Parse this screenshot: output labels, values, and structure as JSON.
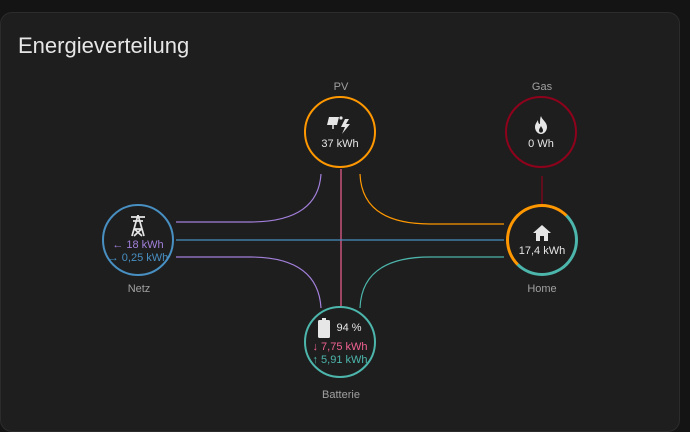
{
  "card": {
    "title": "Energieverteilung"
  },
  "colors": {
    "solar": "#ff9800",
    "gas": "#8e021b",
    "grid": "#488fc2",
    "grid_from": "#a280db",
    "battery": "#f06292",
    "battery_charge": "#4db6ac",
    "home": "#ff9800"
  },
  "nodes": {
    "solar": {
      "label": "PV",
      "value": "37 kWh",
      "icon": "solar-power-icon"
    },
    "gas": {
      "label": "Gas",
      "value": "0 Wh",
      "icon": "fire-icon"
    },
    "grid": {
      "label": "Netz",
      "from_grid": "← 18 kWh",
      "to_grid": "→ 0,25 kWh",
      "icon": "transmission-tower-icon"
    },
    "home": {
      "label": "Home",
      "value": "17,4 kWh",
      "icon": "home-icon"
    },
    "battery": {
      "label": "Batterie",
      "soc": "94 %",
      "discharge": "↓ 7,75 kWh",
      "charge": "↑ 5,91 kWh",
      "icon": "battery-icon"
    }
  }
}
